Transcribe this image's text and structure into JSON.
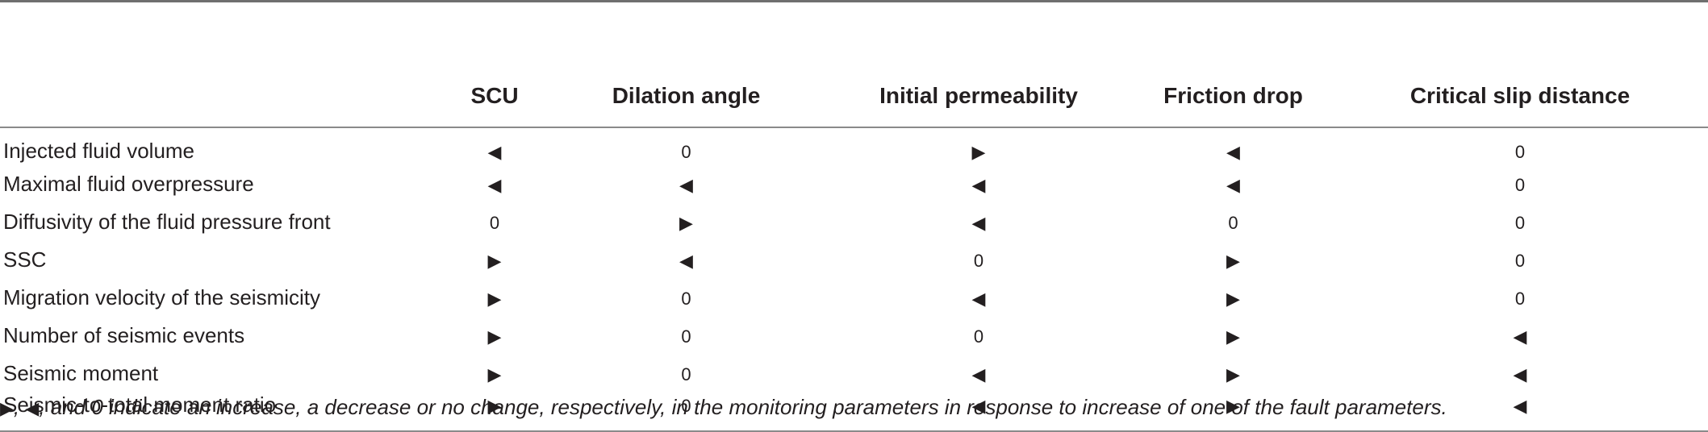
{
  "table": {
    "columns": [
      "",
      "SCU",
      "Dilation angle",
      "Initial permeability",
      "Friction drop",
      "Critical slip distance"
    ],
    "rows": [
      {
        "label": "Injected fluid volume",
        "cells": [
          "◀",
          "0",
          "▶",
          "◀",
          "0"
        ]
      },
      {
        "label": "Maximal fluid overpressure",
        "cells": [
          "◀",
          "◀",
          "◀",
          "◀",
          "0"
        ]
      },
      {
        "label": "Diffusivity of the fluid pressure front",
        "cells": [
          "0",
          "▶",
          "◀",
          "0",
          "0"
        ]
      },
      {
        "label": "SSC",
        "cells": [
          "▶",
          "◀",
          "0",
          "▶",
          "0"
        ]
      },
      {
        "label": "Migration velocity of the seismicity",
        "cells": [
          "▶",
          "0",
          "◀",
          "▶",
          "0"
        ]
      },
      {
        "label": "Number of seismic events",
        "cells": [
          "▶",
          "0",
          "0",
          "▶",
          "◀"
        ]
      },
      {
        "label": "Seismic moment",
        "cells": [
          "▶",
          "0",
          "◀",
          "▶",
          "◀"
        ]
      },
      {
        "label": "Seismic-to-total moment ratio",
        "cells": [
          "▶",
          "0",
          "◀",
          "▶",
          "◀"
        ]
      }
    ]
  },
  "footnote": {
    "sym_increase": "▶",
    "sym_decrease": "◀",
    "text": ", and 0 indicate an increase, a decrease or no change, respectively, in the monitoring parameters in response to increase of one of the fault parameters."
  },
  "colors": {
    "text": "#231f20",
    "rule": "#8a8a8a"
  }
}
